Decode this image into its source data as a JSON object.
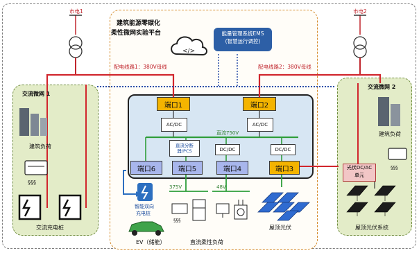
{
  "grid_top_left": "市电1",
  "grid_top_right": "市电2",
  "platform_title_1": "建筑能源零碳化",
  "platform_title_2": "柔性微网实验平台",
  "ems_line1": "能量管理系统EMS",
  "ems_line2": "(智慧运行调控)",
  "line1_label": "配电线路1：380V母线",
  "line2_label": "配电线路2：380V母线",
  "ac_micro_1": "交流微网 1",
  "ac_micro_2": "交流微网 2",
  "ports": {
    "p1": "端口1",
    "p2": "端口2",
    "p3": "端口3",
    "p4": "端口4",
    "p5": "端口5",
    "p6": "端口6"
  },
  "acdc": "AC/DC",
  "dcdc": "DC/DC",
  "dc_bus_label": "直流750V",
  "pcs_line1": "直流分断",
  "pcs_line2": "器/PCS",
  "bus_375": "375V",
  "bus_48": "48V",
  "building_load_left": "建筑负荷",
  "building_load_right": "建筑负荷",
  "ac_charging": "交流充电桩",
  "smart_charger_1": "智能双向",
  "smart_charger_2": "充电桩",
  "ev_label": "EV（储能）",
  "dc_flex_load": "直流柔性负荷",
  "roof_pv_center": "屋顶光伏",
  "pv_inverter_1": "光伏DC/AC",
  "pv_inverter_2": "单元",
  "roof_pv_system": "屋顶光伏系统",
  "colors": {
    "red_line": "#d1262d",
    "green_line": "#2f9e3a",
    "blue_dotted": "#2c4fa8",
    "port_yellow": "#f4b400",
    "port_purple": "#a8b6ec",
    "micro_fill": "#e3ecc8"
  }
}
